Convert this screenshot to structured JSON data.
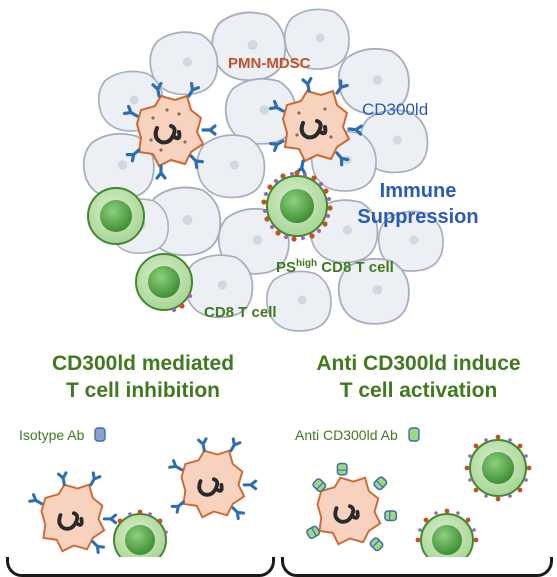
{
  "labels": {
    "pmn_mdsc": "PMN-MDSC",
    "cd300ld": "CD300ld",
    "immune_suppression_1": "Immune",
    "immune_suppression_2": "Suppression",
    "ps_prefix": "PS",
    "ps_sup": "high",
    "ps_suffix": " CD8 T cell",
    "cd8_t_cell": "CD8 T cell"
  },
  "headings": {
    "left_line1": "CD300ld mediated",
    "left_line2": "T cell inhibition",
    "right_line1": "Anti CD300ld induce",
    "right_line2": "T cell activation"
  },
  "panels": {
    "left_label": "Isotype Ab",
    "right_label": "Anti CD300ld Ab"
  },
  "colors": {
    "background_cell": "#eceff4",
    "background_cell_border": "#a7aebd",
    "mdsc_fill": "#f6d2bf",
    "mdsc_border": "#d0682e",
    "receptor_blue": "#2e6db3",
    "t_cell_outer": "#b7dba6",
    "t_cell_inner": "#5fae52",
    "t_cell_border": "#3e8a2c",
    "ps_dot": "#c0532a",
    "ps_purple": "#a55fb6",
    "antibody_green": "#9fd77f",
    "heading_green": "#3f7a1e",
    "label_blue": "#2a5bb5",
    "label_orange": "#c0532a"
  }
}
